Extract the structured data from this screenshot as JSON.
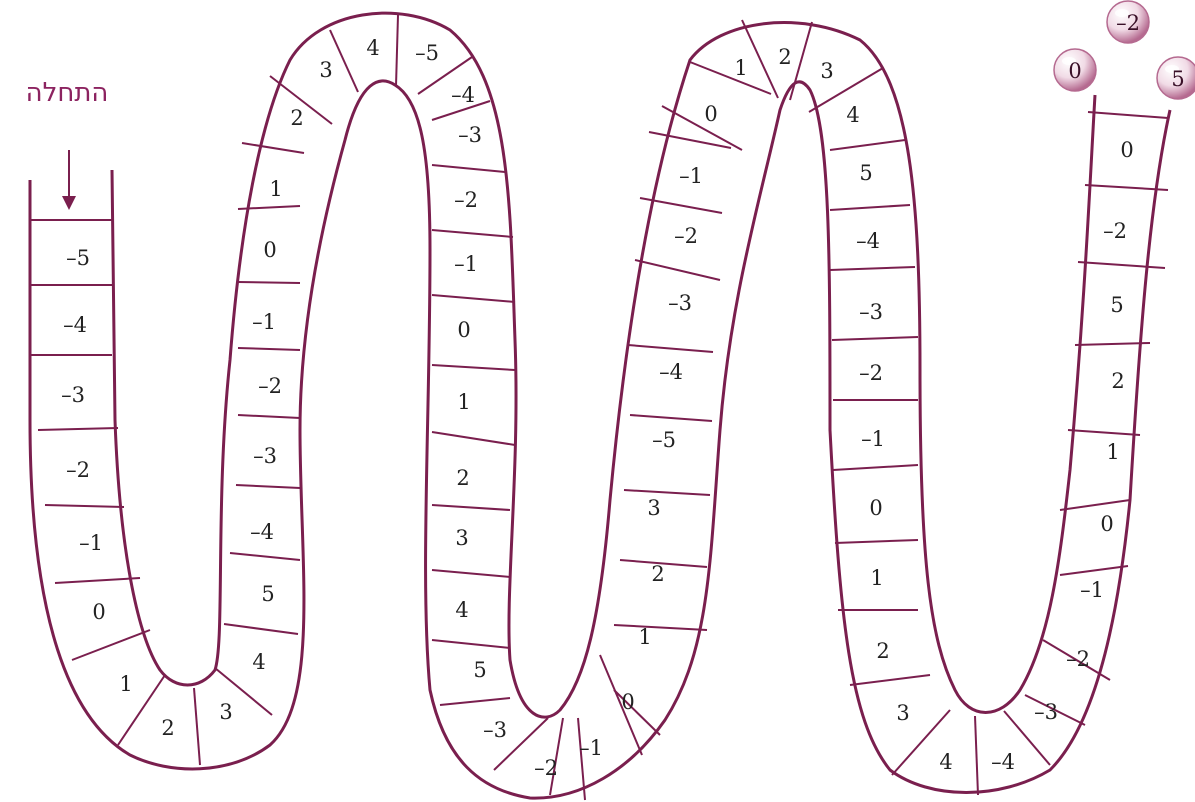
{
  "start_label": "התחלה",
  "colors": {
    "path_stroke": "#7a1f4e",
    "label": "#8c2360",
    "token_fill": "#d9a8bf"
  },
  "tokens": [
    "0",
    "–2",
    "5"
  ],
  "path": {
    "column_1": [
      "–5",
      "–4",
      "–3",
      "–2",
      "–1",
      "0",
      "1",
      "2"
    ],
    "column_2": [
      "3",
      "4",
      "5",
      "–4",
      "–3",
      "–2",
      "–1",
      "0",
      "1",
      "2",
      "3",
      "4",
      "–5"
    ],
    "column_3": [
      "–4",
      "–3",
      "–2",
      "–1",
      "0",
      "1",
      "2",
      "3",
      "4",
      "5",
      "–3",
      "–2"
    ],
    "column_4": [
      "–1",
      "0",
      "1",
      "2",
      "3",
      "–5",
      "–4",
      "–3",
      "–2",
      "–1",
      "0",
      "1",
      "2"
    ],
    "column_5": [
      "3",
      "4",
      "5",
      "–4",
      "–3",
      "–2",
      "–1",
      "0",
      "1",
      "2",
      "3",
      "4",
      "–4"
    ],
    "column_6": [
      "–3",
      "–2",
      "–1",
      "0",
      "1",
      "2",
      "5",
      "–2",
      "0"
    ]
  }
}
